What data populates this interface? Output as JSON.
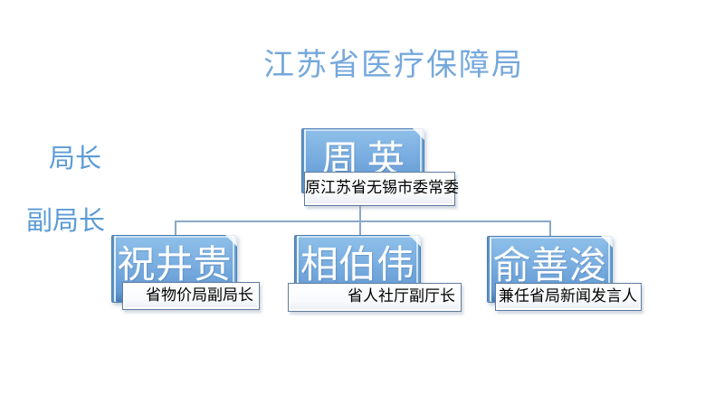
{
  "title": "江苏省医疗保障局",
  "labels": {
    "director": "局长",
    "deputy": "副局长"
  },
  "org": {
    "root": {
      "name": "周英",
      "detail": "原江苏省无锡市委常委"
    },
    "children": [
      {
        "name": "祝井贵",
        "detail": "省物价局副局长"
      },
      {
        "name": "相伯伟",
        "detail": "省人社厅副厅长"
      },
      {
        "name": "俞善浚",
        "detail": "兼任省局新闻发言人"
      }
    ]
  },
  "colors": {
    "title_text": "#75a8dc",
    "side_label_text": "#5b9bd5",
    "box_gradient_top": "#8fc0ea",
    "box_gradient_bottom": "#5b93cf",
    "box_border": "#4a7db3",
    "box_name_text": "#ffffff",
    "detail_box_background": "#ffffff",
    "detail_box_border": "#5e7c9e",
    "detail_text": "#000000",
    "connector": "#8aa8c6",
    "page_background": "#ffffff"
  }
}
